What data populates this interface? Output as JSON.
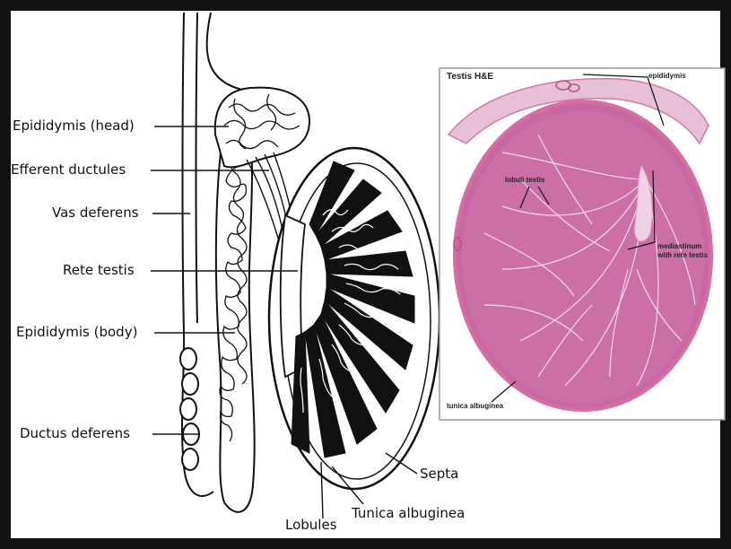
{
  "diagram": {
    "labels": {
      "epididymis_head": "Epididymis (head)",
      "efferent_ductules": "Efferent ductules",
      "vas_deferens": "Vas deferens",
      "rete_testis": "Rete testis",
      "epididymis_body": "Epididymis (body)",
      "ductus_deferens": "Ductus deferens",
      "septa": "Septa",
      "tunica_albuginea": "Tunica albuginea",
      "lobules": "Lobules"
    }
  },
  "histology": {
    "title": "Testis  H&E",
    "labels": {
      "epididymis": "epididymis",
      "lobuli_testis": "lobuli testis",
      "mediastinum_line1": "mediastinum",
      "mediastinum_line2": "with rete testis",
      "tunica_albuginea": "tunica albuginea"
    }
  },
  "colors": {
    "frame": "#111111",
    "tissue": "#cc6fa8",
    "tissue_light": "#e7bfd6",
    "capsule": "#d86da0"
  }
}
